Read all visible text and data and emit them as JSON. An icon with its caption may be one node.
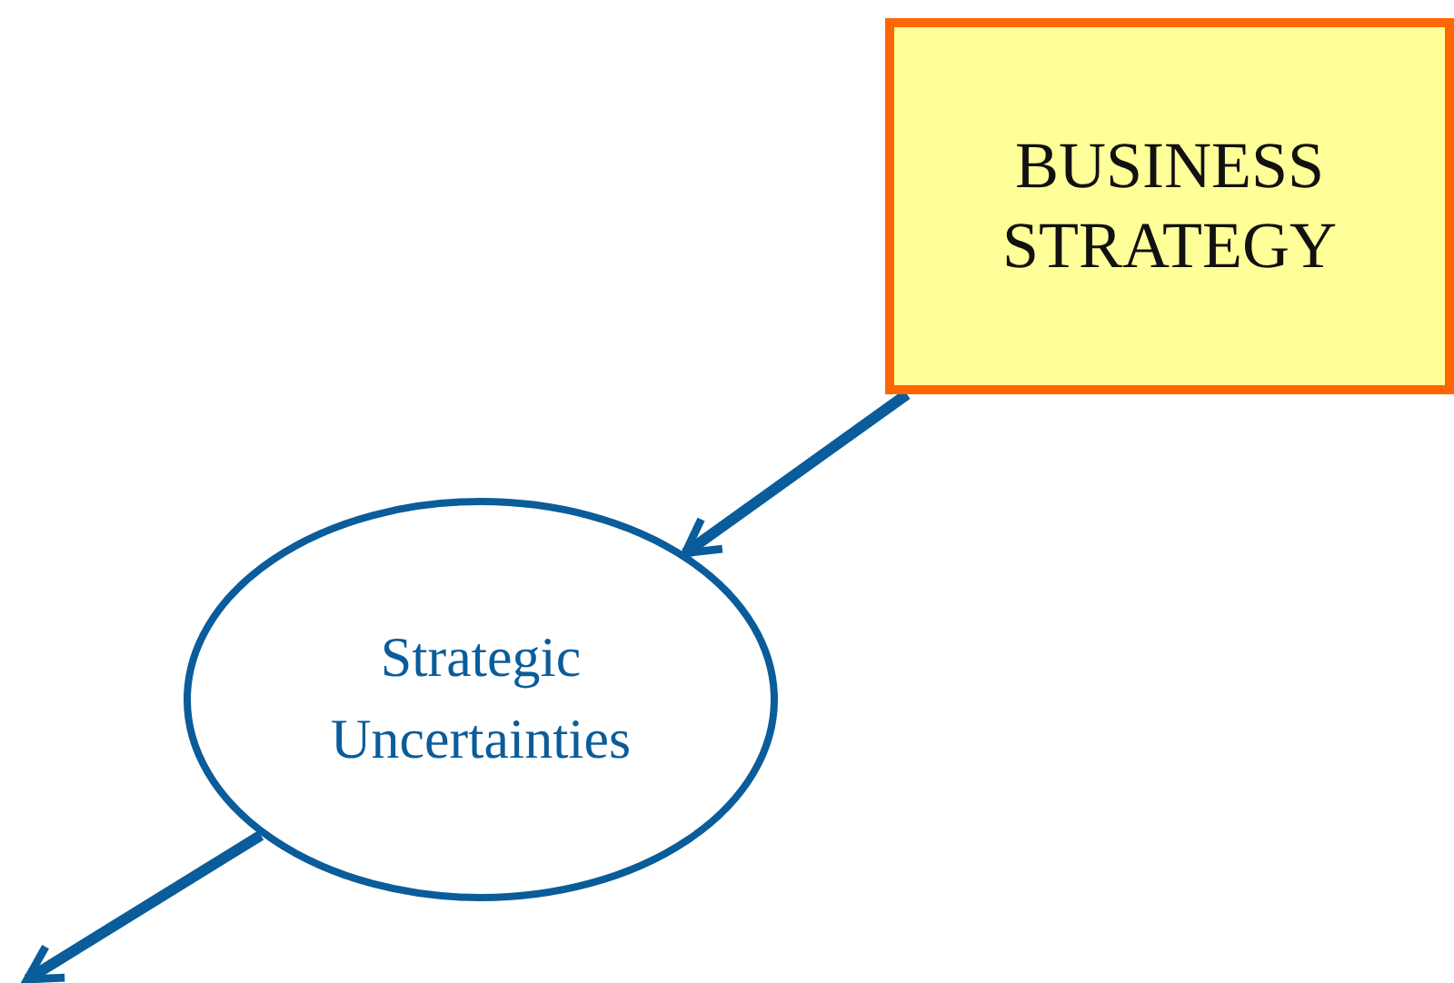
{
  "diagram": {
    "nodes": [
      {
        "text": [
          "BUSINESS STRATEGY"
        ]
      },
      {
        "text": [
          "Strategic Uncertainties"
        ]
      }
    ],
    "edges": [
      {
        "from": 0,
        "to": 1,
        "arrow": "to"
      },
      {
        "from": 1,
        "to": null,
        "arrow": "to"
      }
    ]
  }
}
